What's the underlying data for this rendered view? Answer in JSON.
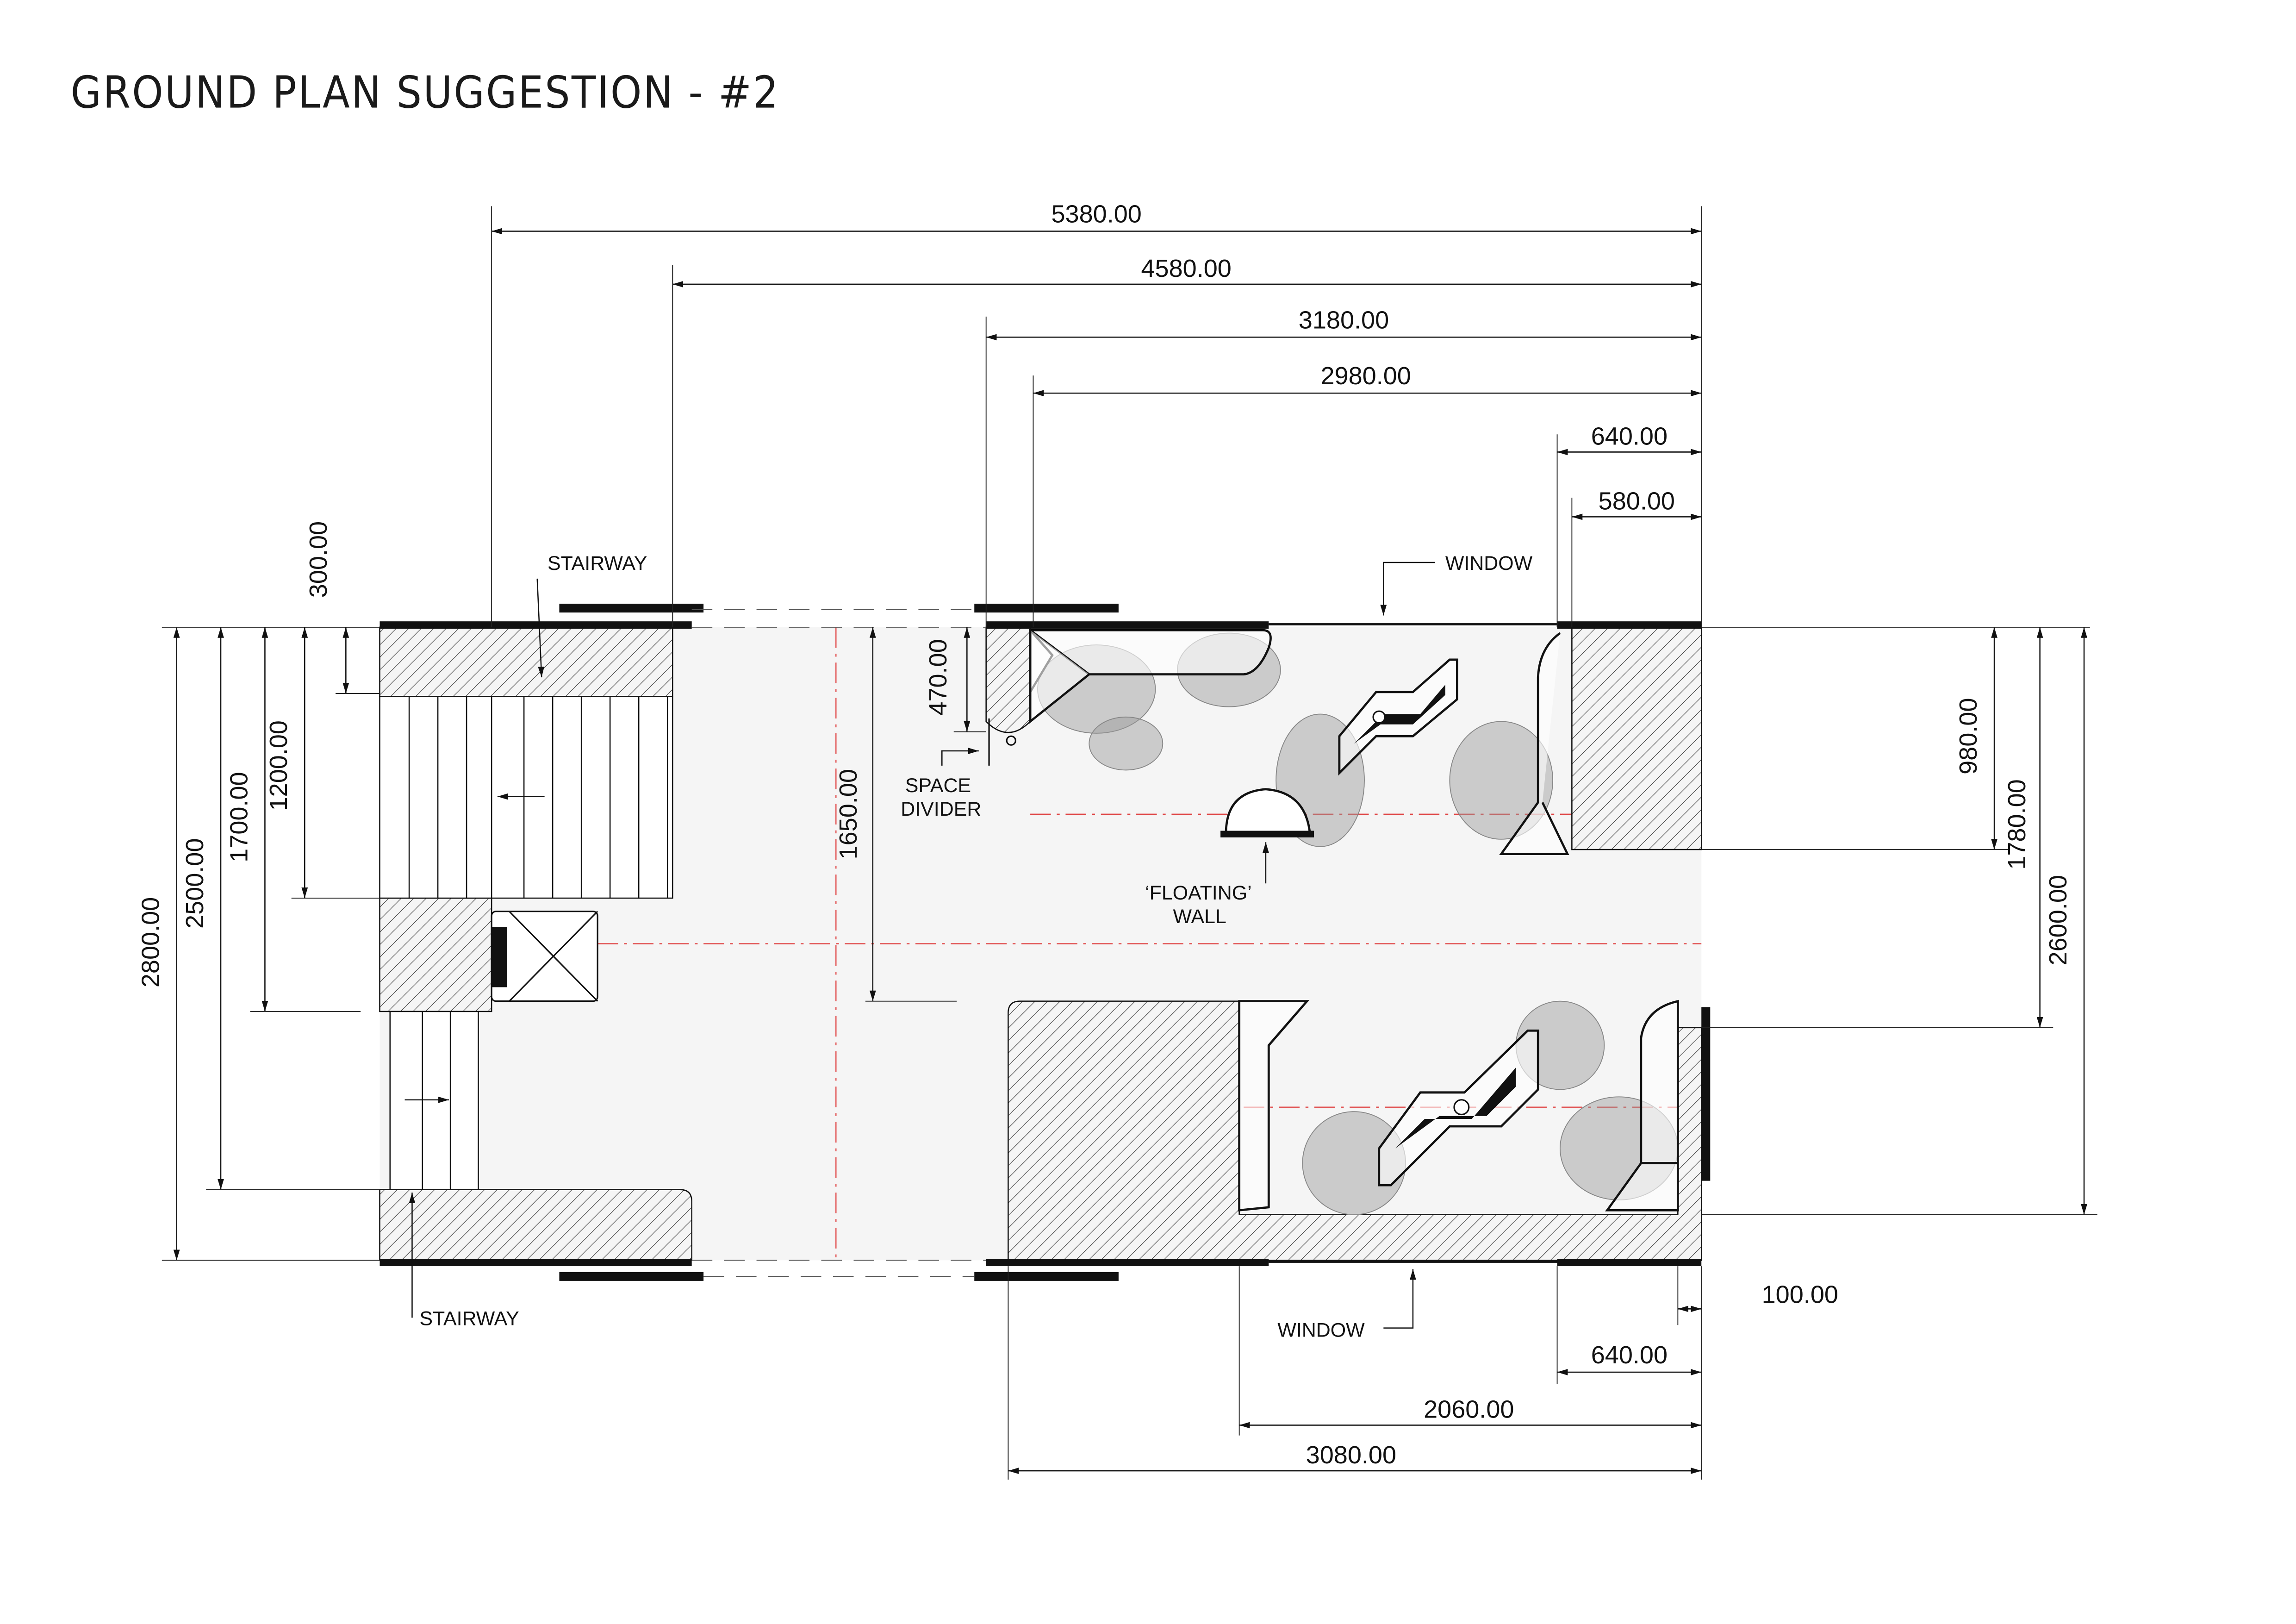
{
  "title": "GROUND PLAN SUGGESTION - #2",
  "dimensions": {
    "top": [
      "5380.00",
      "4580.00",
      "3180.00",
      "2980.00",
      "640.00",
      "580.00"
    ],
    "bottom": [
      "100.00",
      "640.00",
      "2060.00",
      "3080.00"
    ],
    "left": [
      "2800.00",
      "2500.00",
      "1700.00",
      "1200.00",
      "300.00"
    ],
    "inner": [
      "470.00",
      "1650.00"
    ],
    "right": [
      "980.00",
      "1780.00",
      "2600.00"
    ]
  },
  "labels": {
    "stairway_top": "STAIRWAY",
    "stairway_bottom": "STAIRWAY",
    "window_top": "WINDOW",
    "window_bottom": "WINDOW",
    "space_divider_1": "SPACE",
    "space_divider_2": "DIVIDER",
    "floating_wall_1": "‘FLOATING’",
    "floating_wall_2": "WALL"
  },
  "colors": {
    "floor": "#f5f5f5",
    "line": "#111111",
    "centerline": "#dd3333",
    "figure": "#9a9a9a"
  }
}
